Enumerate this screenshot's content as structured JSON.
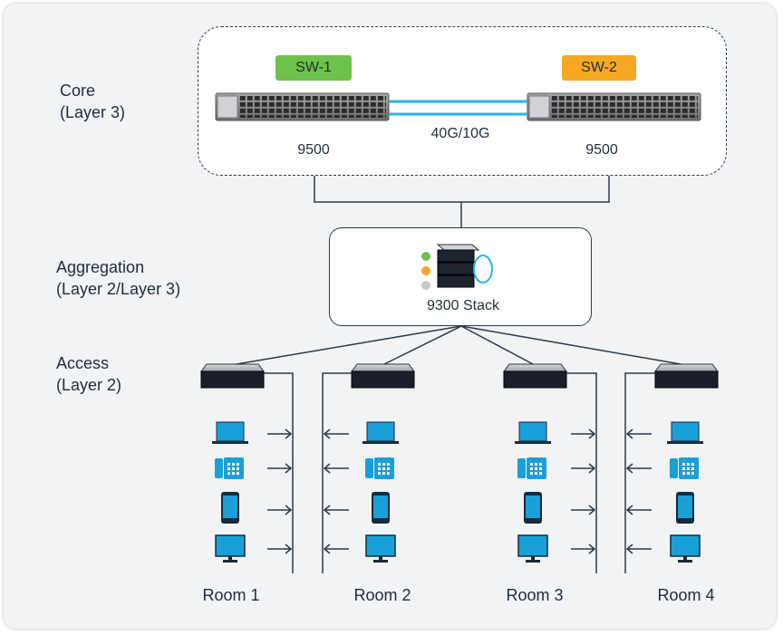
{
  "layers": {
    "core": "Core\n(Layer 3)",
    "aggregation": "Aggregation\n(Layer 2/Layer 3)",
    "access": "Access\n(Layer 2)"
  },
  "core": {
    "switches": [
      {
        "name": "SW-1",
        "model": "9500",
        "tag_color": "#6cc24a"
      },
      {
        "name": "SW-2",
        "model": "9500",
        "tag_color": "#f7a823"
      }
    ],
    "link_label": "40G/10G",
    "link_color": "#29b6e8"
  },
  "aggregation": {
    "label": "9300 Stack",
    "status_colors": [
      "#6cc24a",
      "#f7a823",
      "#c8c8c8"
    ]
  },
  "access": {
    "rooms": [
      "Room 1",
      "Room 2",
      "Room 3",
      "Room 4"
    ],
    "device_icons": [
      "laptop-icon",
      "ip-phone-icon",
      "mobile-phone-icon",
      "desktop-monitor-icon"
    ],
    "device_color": "#1aa0d8"
  }
}
